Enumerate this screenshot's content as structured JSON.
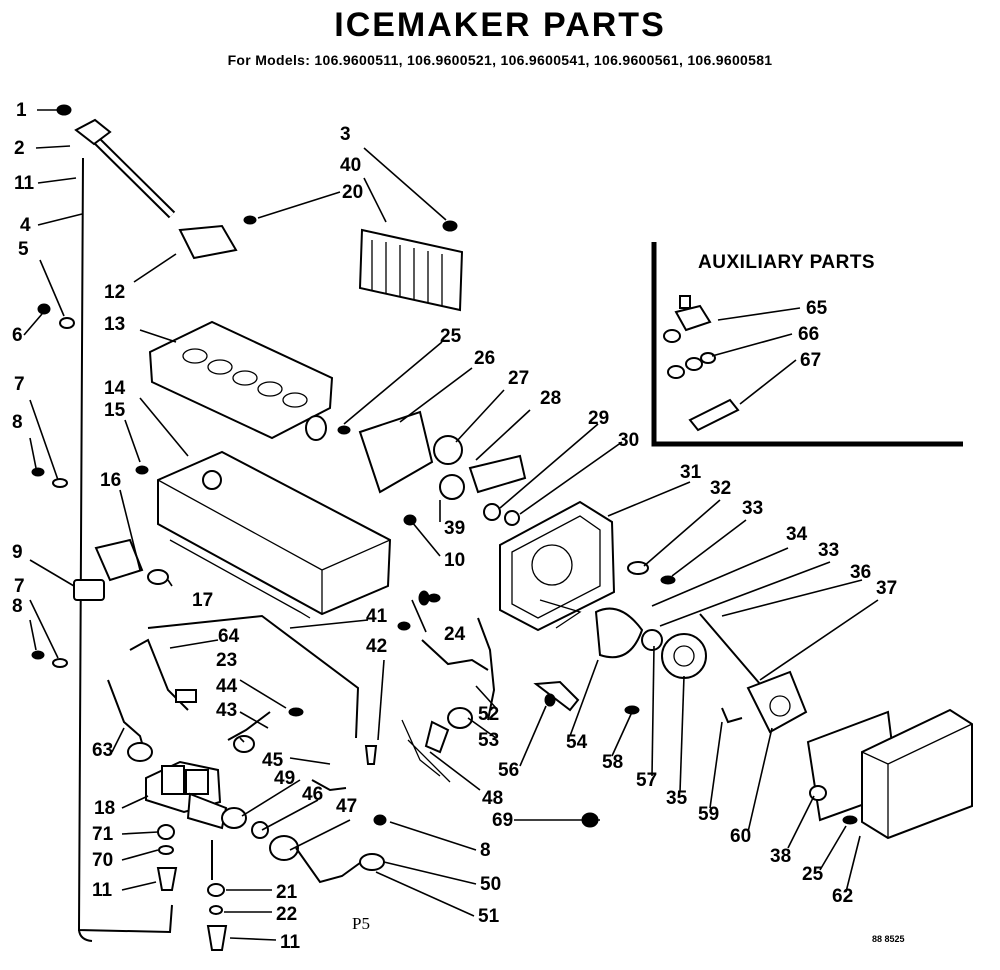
{
  "header": {
    "title": "ICEMAKER PARTS",
    "models": "For Models: 106.9600511, 106.9600521, 106.9600541, 106.9600561, 106.9600581"
  },
  "auxiliary": {
    "title": "AUXILIARY PARTS"
  },
  "footer": {
    "sheet_label": "P5",
    "drawing_code": "88 8525"
  },
  "callouts": [
    {
      "id": "c1",
      "text": "1"
    },
    {
      "id": "c2",
      "text": "2"
    },
    {
      "id": "c11a",
      "text": "11"
    },
    {
      "id": "c4",
      "text": "4"
    },
    {
      "id": "c5",
      "text": "5"
    },
    {
      "id": "c6",
      "text": "6"
    },
    {
      "id": "c7a",
      "text": "7"
    },
    {
      "id": "c8a",
      "text": "8"
    },
    {
      "id": "c9",
      "text": "9"
    },
    {
      "id": "c7b",
      "text": "7"
    },
    {
      "id": "c8b",
      "text": "8"
    },
    {
      "id": "c3",
      "text": "3"
    },
    {
      "id": "c40",
      "text": "40"
    },
    {
      "id": "c20",
      "text": "20"
    },
    {
      "id": "c12",
      "text": "12"
    },
    {
      "id": "c13",
      "text": "13"
    },
    {
      "id": "c14",
      "text": "14"
    },
    {
      "id": "c15",
      "text": "15"
    },
    {
      "id": "c16",
      "text": "16"
    },
    {
      "id": "c17",
      "text": "17"
    },
    {
      "id": "c25a",
      "text": "25"
    },
    {
      "id": "c26",
      "text": "26"
    },
    {
      "id": "c27",
      "text": "27"
    },
    {
      "id": "c28",
      "text": "28"
    },
    {
      "id": "c29",
      "text": "29"
    },
    {
      "id": "c30",
      "text": "30"
    },
    {
      "id": "c39",
      "text": "39"
    },
    {
      "id": "c10",
      "text": "10"
    },
    {
      "id": "c31",
      "text": "31"
    },
    {
      "id": "c32",
      "text": "32"
    },
    {
      "id": "c33a",
      "text": "33"
    },
    {
      "id": "c34",
      "text": "34"
    },
    {
      "id": "c33b",
      "text": "33"
    },
    {
      "id": "c36",
      "text": "36"
    },
    {
      "id": "c37",
      "text": "37"
    },
    {
      "id": "c24",
      "text": "24"
    },
    {
      "id": "c41",
      "text": "41"
    },
    {
      "id": "c42",
      "text": "42"
    },
    {
      "id": "c64",
      "text": "64"
    },
    {
      "id": "c23",
      "text": "23"
    },
    {
      "id": "c44",
      "text": "44"
    },
    {
      "id": "c43",
      "text": "43"
    },
    {
      "id": "c63",
      "text": "63"
    },
    {
      "id": "c45",
      "text": "45"
    },
    {
      "id": "c49",
      "text": "49"
    },
    {
      "id": "c46",
      "text": "46"
    },
    {
      "id": "c47",
      "text": "47"
    },
    {
      "id": "c48",
      "text": "48"
    },
    {
      "id": "c52",
      "text": "52"
    },
    {
      "id": "c53",
      "text": "53"
    },
    {
      "id": "c56",
      "text": "56"
    },
    {
      "id": "c54",
      "text": "54"
    },
    {
      "id": "c58",
      "text": "58"
    },
    {
      "id": "c57",
      "text": "57"
    },
    {
      "id": "c35",
      "text": "35"
    },
    {
      "id": "c59",
      "text": "59"
    },
    {
      "id": "c60",
      "text": "60"
    },
    {
      "id": "c38",
      "text": "38"
    },
    {
      "id": "c25b",
      "text": "25"
    },
    {
      "id": "c62",
      "text": "62"
    },
    {
      "id": "c18",
      "text": "18"
    },
    {
      "id": "c71",
      "text": "71"
    },
    {
      "id": "c70",
      "text": "70"
    },
    {
      "id": "c11b",
      "text": "11"
    },
    {
      "id": "c21",
      "text": "21"
    },
    {
      "id": "c22",
      "text": "22"
    },
    {
      "id": "c11c",
      "text": "11"
    },
    {
      "id": "c69",
      "text": "69"
    },
    {
      "id": "c8c",
      "text": "8"
    },
    {
      "id": "c50",
      "text": "50"
    },
    {
      "id": "c51",
      "text": "51"
    },
    {
      "id": "c65",
      "text": "65"
    },
    {
      "id": "c66",
      "text": "66"
    },
    {
      "id": "c67",
      "text": "67"
    }
  ]
}
